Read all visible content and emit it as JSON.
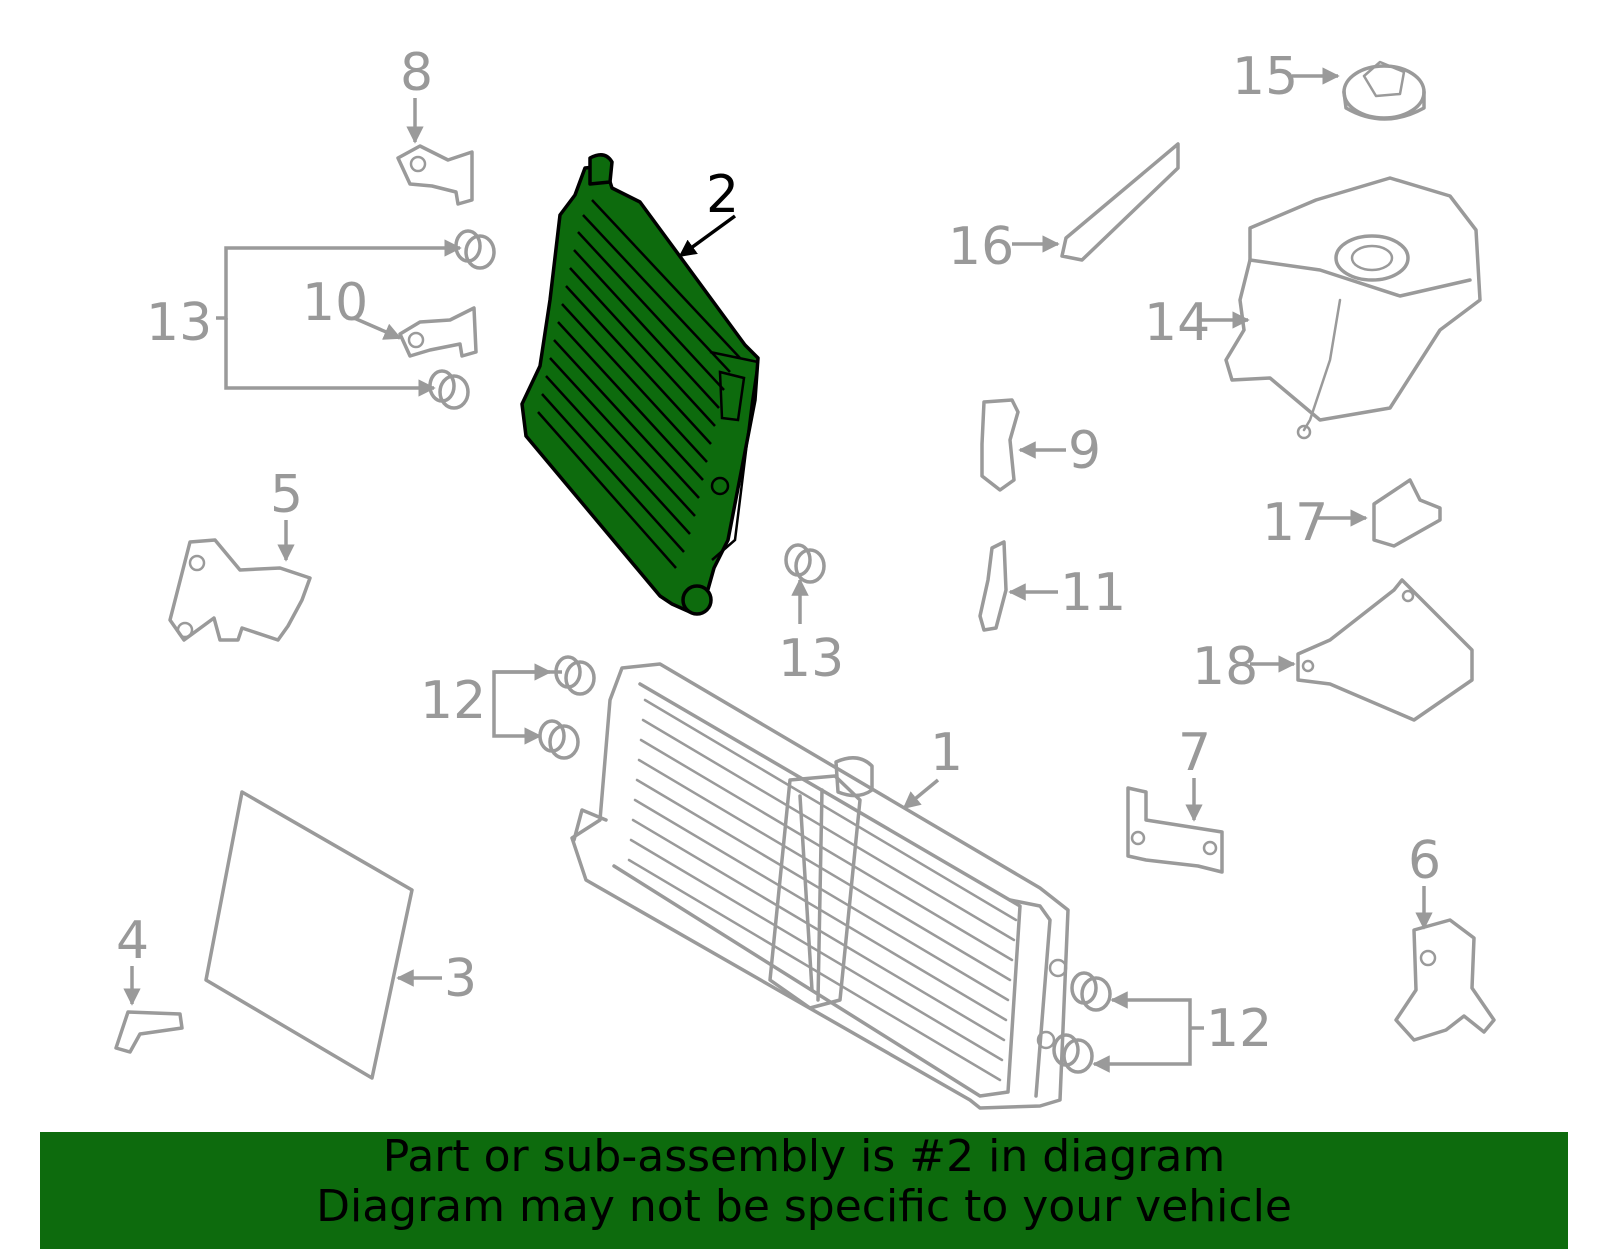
{
  "diagram": {
    "highlight_color": "#0d6b0d",
    "callout_color": "#999999",
    "selected_callout": "2",
    "callouts": [
      "1",
      "2",
      "3",
      "4",
      "5",
      "6",
      "7",
      "8",
      "9",
      "10",
      "11",
      "12",
      "12",
      "13",
      "13",
      "14",
      "15",
      "16",
      "17",
      "18"
    ]
  },
  "banner": {
    "color": "#0d6b0d",
    "line1": "Part or sub-assembly is #2 in diagram",
    "line2": "Diagram may not be specific to your vehicle"
  }
}
